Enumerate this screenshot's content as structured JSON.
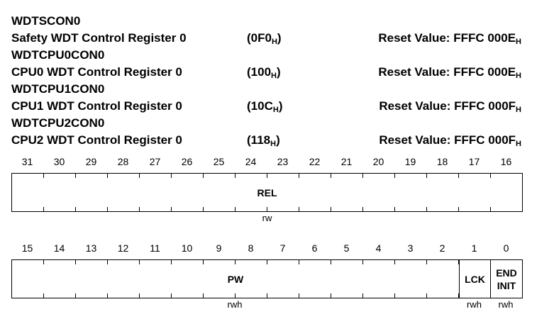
{
  "registers": [
    {
      "short": "WDTSCON0"
    },
    {
      "long": "Safety WDT Control Register 0",
      "addr": "0F0",
      "reset": "FFFC 000E"
    },
    {
      "short": "WDTCPU0CON0"
    },
    {
      "long": "CPU0 WDT Control Register 0",
      "addr": "100",
      "reset": "FFFC 000E"
    },
    {
      "short": "WDTCPU1CON0"
    },
    {
      "long": "CPU1 WDT Control Register 0",
      "addr": "10C",
      "reset": "FFFC 000F"
    },
    {
      "short": "WDTCPU2CON0"
    },
    {
      "long": "CPU2 WDT Control Register 0",
      "addr": "118",
      "reset": "FFFC 000F"
    }
  ],
  "suffix_h": "H",
  "reset_prefix": "Reset Value: ",
  "upper": {
    "bits": [
      "31",
      "30",
      "29",
      "28",
      "27",
      "26",
      "25",
      "24",
      "23",
      "22",
      "21",
      "20",
      "19",
      "18",
      "17",
      "16"
    ],
    "field": "REL",
    "access": "rw"
  },
  "lower": {
    "bits": [
      "15",
      "14",
      "13",
      "12",
      "11",
      "10",
      "9",
      "8",
      "7",
      "6",
      "5",
      "4",
      "3",
      "2",
      "1",
      "0"
    ],
    "fields": [
      {
        "name": "PW",
        "access": "rwh"
      },
      {
        "name": "LCK",
        "access": "rwh"
      },
      {
        "name_line1": "END",
        "name_line2": "INIT",
        "access": "rwh"
      }
    ]
  }
}
